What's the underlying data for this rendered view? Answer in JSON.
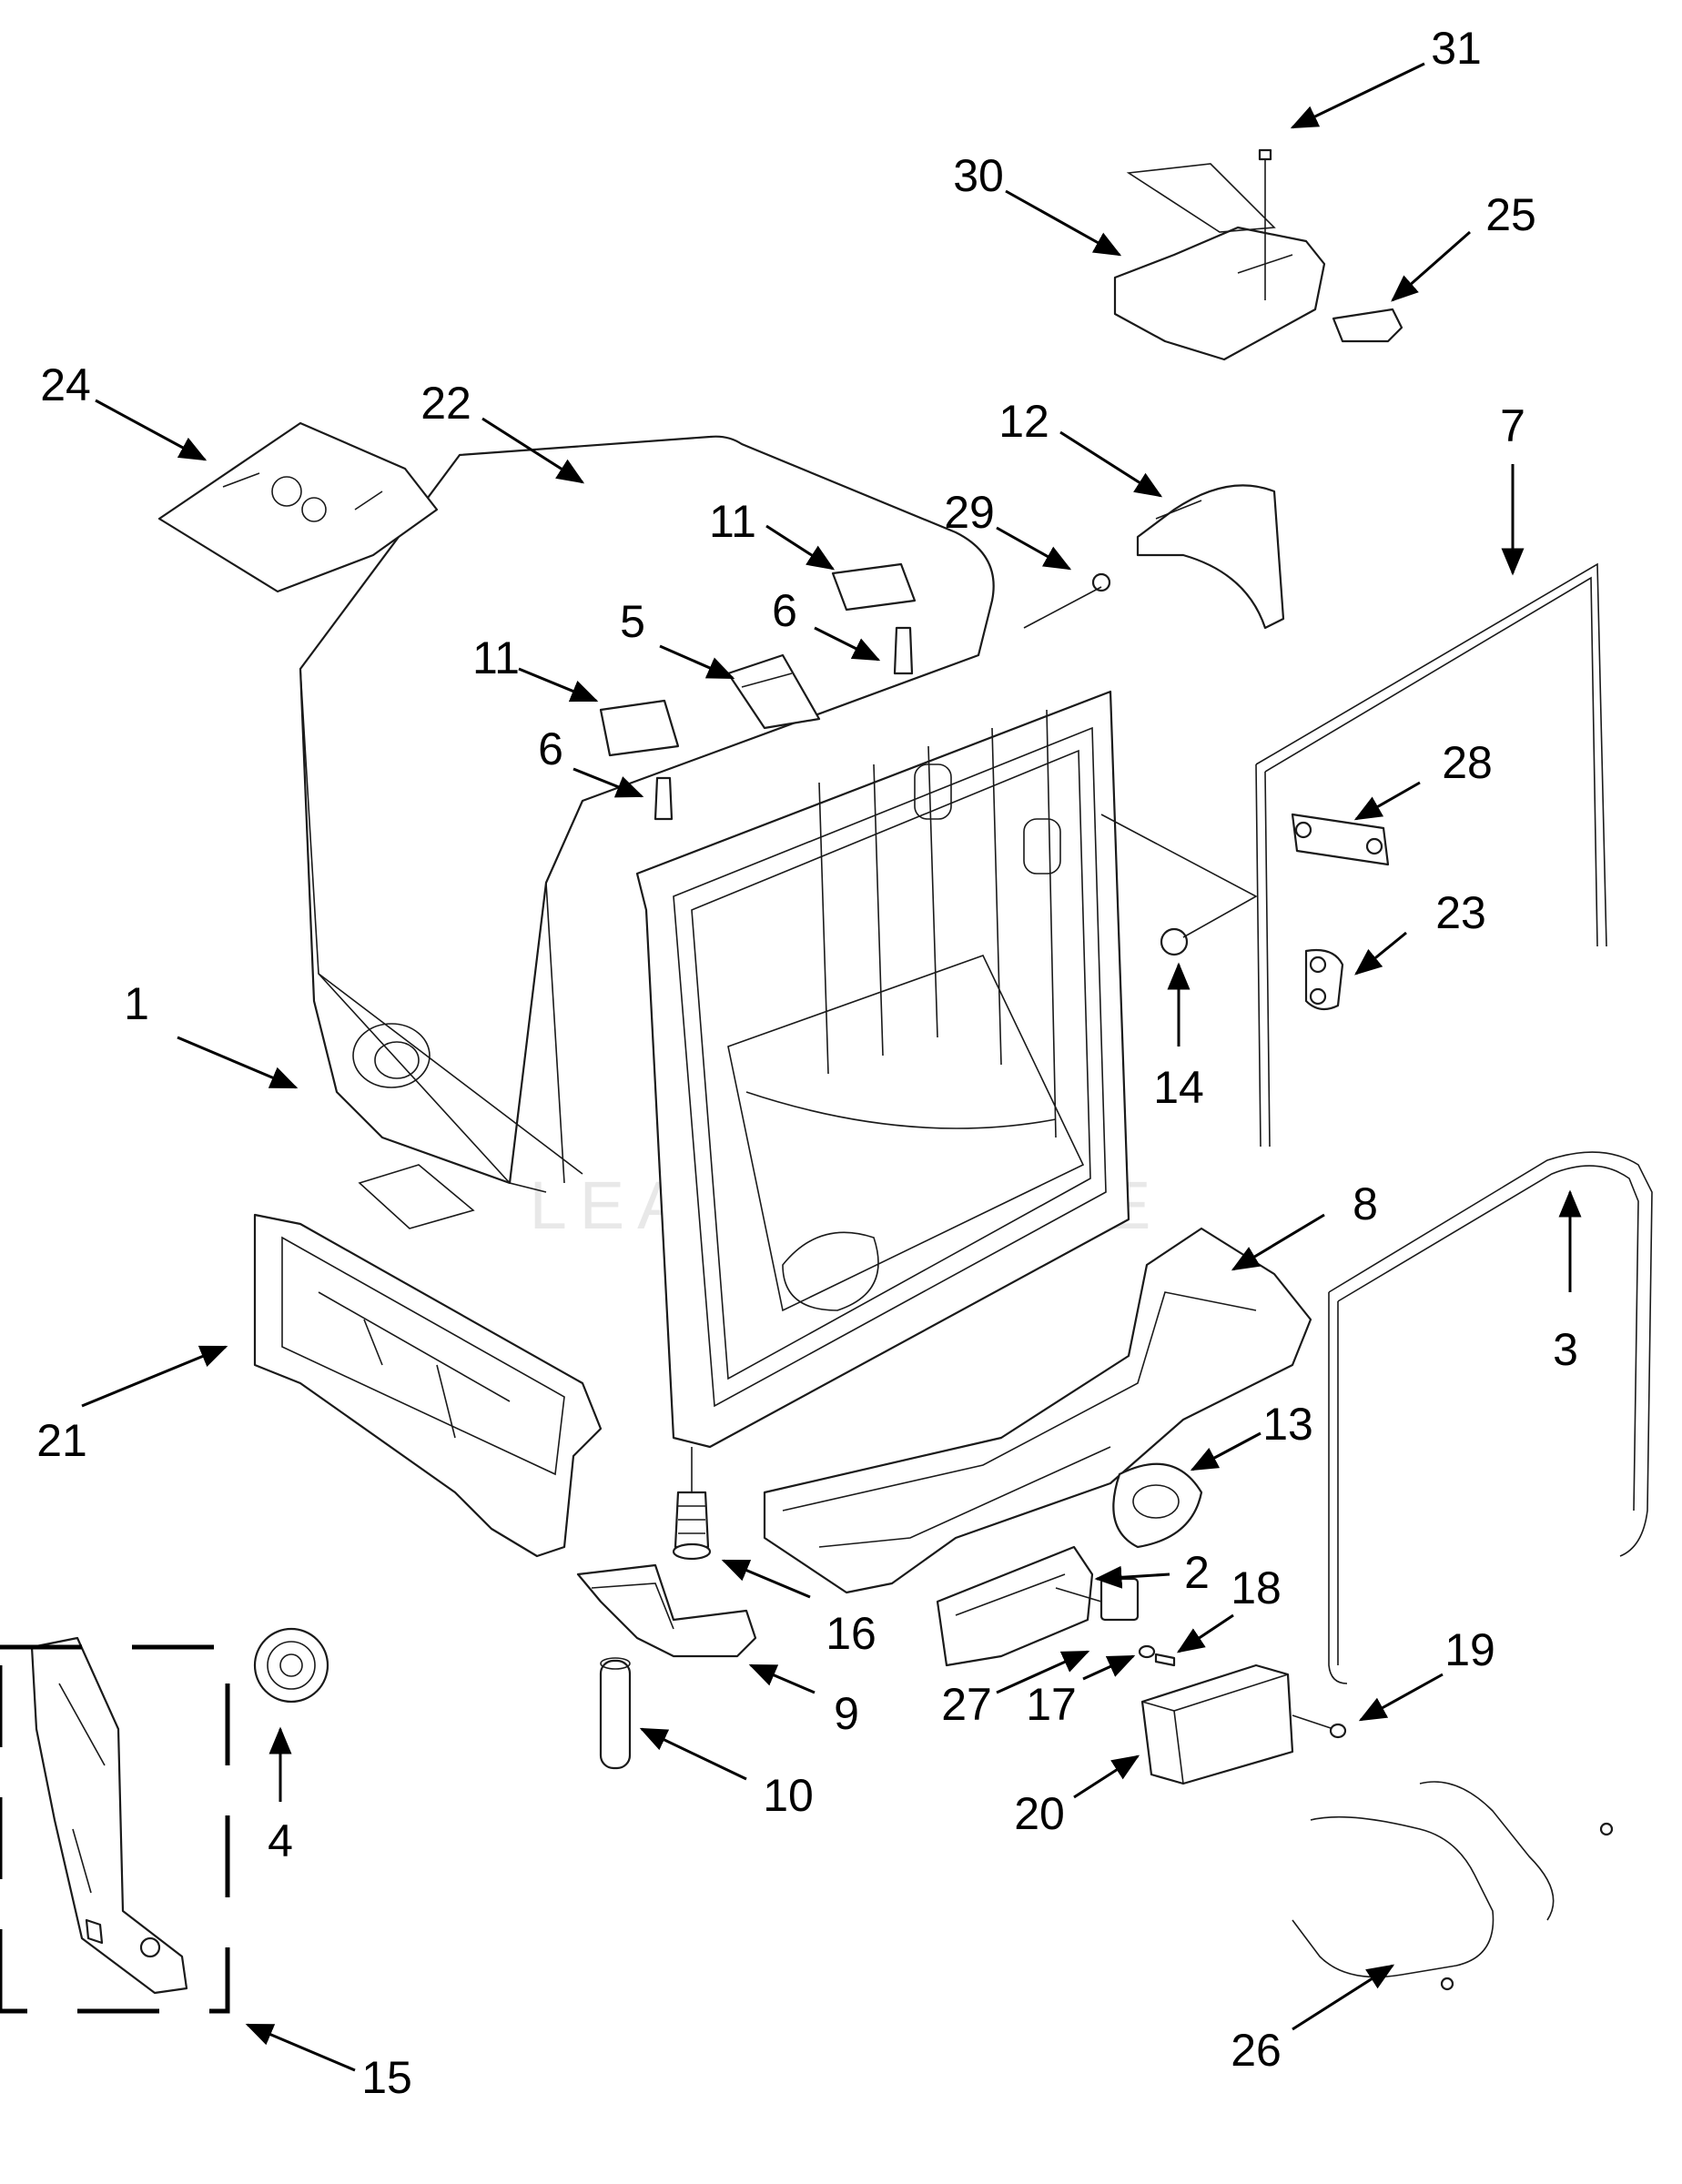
{
  "diagram": {
    "callouts": [
      {
        "id": "c1",
        "label": "1"
      },
      {
        "id": "c2",
        "label": "2"
      },
      {
        "id": "c3",
        "label": "3"
      },
      {
        "id": "c4",
        "label": "4"
      },
      {
        "id": "c5",
        "label": "5"
      },
      {
        "id": "c6a",
        "label": "6"
      },
      {
        "id": "c6b",
        "label": "6"
      },
      {
        "id": "c7",
        "label": "7"
      },
      {
        "id": "c8",
        "label": "8"
      },
      {
        "id": "c9",
        "label": "9"
      },
      {
        "id": "c10",
        "label": "10"
      },
      {
        "id": "c11a",
        "label": "11"
      },
      {
        "id": "c11b",
        "label": "11"
      },
      {
        "id": "c12",
        "label": "12"
      },
      {
        "id": "c13",
        "label": "13"
      },
      {
        "id": "c14",
        "label": "14"
      },
      {
        "id": "c15",
        "label": "15"
      },
      {
        "id": "c16",
        "label": "16"
      },
      {
        "id": "c17",
        "label": "17"
      },
      {
        "id": "c18",
        "label": "18"
      },
      {
        "id": "c19",
        "label": "19"
      },
      {
        "id": "c20",
        "label": "20"
      },
      {
        "id": "c21",
        "label": "21"
      },
      {
        "id": "c22",
        "label": "22"
      },
      {
        "id": "c23",
        "label": "23"
      },
      {
        "id": "c24",
        "label": "24"
      },
      {
        "id": "c25",
        "label": "25"
      },
      {
        "id": "c26",
        "label": "26"
      },
      {
        "id": "c27",
        "label": "27"
      },
      {
        "id": "c28",
        "label": "28"
      },
      {
        "id": "c29",
        "label": "29"
      },
      {
        "id": "c30",
        "label": "30"
      },
      {
        "id": "c31",
        "label": "31"
      }
    ],
    "watermark": "LEAPVENTURE"
  }
}
